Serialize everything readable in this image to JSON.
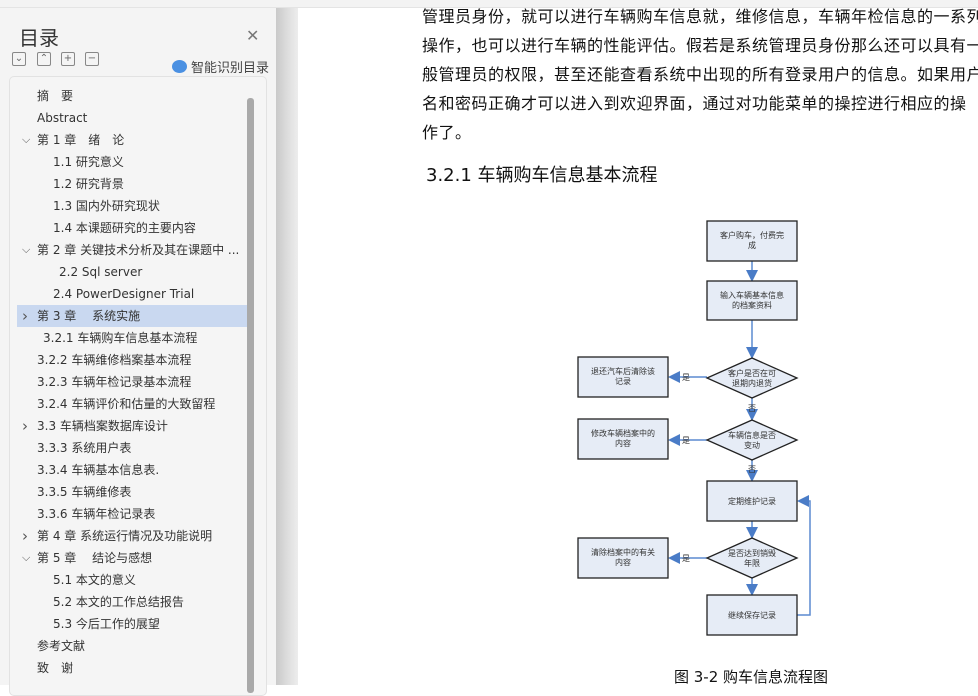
{
  "sidebar": {
    "title": "目录",
    "smart_label": "智能识别目录",
    "items": [
      {
        "label": "摘　要",
        "level": 1
      },
      {
        "label": "Abstract",
        "level": 1
      },
      {
        "label": "第 1 章　绪　论",
        "level": 0,
        "chev": "down"
      },
      {
        "label": "1.1 研究意义",
        "level": 2
      },
      {
        "label": "1.2 研究背景",
        "level": 2
      },
      {
        "label": "1.3 国内外研究现状",
        "level": 2
      },
      {
        "label": "1.4 本课题研究的主要内容",
        "level": 2
      },
      {
        "label": "第 2 章  关键技术分析及其在课题中 ...",
        "level": 0,
        "chev": "down"
      },
      {
        "label": "2.2 Sql server",
        "level": 3
      },
      {
        "label": "2.4 PowerDesigner Trial",
        "level": 2
      },
      {
        "label": "第 3 章　 系统实施",
        "level": 0,
        "chev": "right",
        "selected": true
      },
      {
        "label": "3.2.1 车辆购车信息基本流程",
        "level": 4
      },
      {
        "label": "3.2.2 车辆维修档案基本流程",
        "level": 1
      },
      {
        "label": "3.2.3 车辆年检记录基本流程",
        "level": 1
      },
      {
        "label": "3.2.4 车辆评价和估量的大致留程",
        "level": 1
      },
      {
        "label": "3.3 车辆档案数据库设计",
        "level": 0,
        "chev": "right"
      },
      {
        "label": "3.3.3 系统用户表",
        "level": 1
      },
      {
        "label": "3.3.4 车辆基本信息表.",
        "level": 1
      },
      {
        "label": "3.3.5 车辆维修表",
        "level": 1
      },
      {
        "label": "3.3.6 车辆年检记录表",
        "level": 1
      },
      {
        "label": "第 4 章  系统运行情况及功能说明",
        "level": 0,
        "chev": "right"
      },
      {
        "label": "第 5 章　 结论与感想",
        "level": 0,
        "chev": "down"
      },
      {
        "label": "5.1 本文的意义",
        "level": 2
      },
      {
        "label": "5.2 本文的工作总结报告",
        "level": 2
      },
      {
        "label": "5.3 今后工作的展望",
        "level": 2
      },
      {
        "label": "参考文献",
        "level": 1
      },
      {
        "label": "致　谢",
        "level": 1
      }
    ]
  },
  "doc": {
    "lines": [
      "管理员身份，就可以进行车辆购车信息就，维修信息，车辆年检信息的一系列",
      "操作，也可以进行车辆的性能评估。假若是系统管理员身份那么还可以具有一",
      "般管理员的权限，甚至还能查看系统中出现的所有登录用户的信息。如果用户",
      "名和密码正确才可以进入到欢迎界面，通过对功能菜单的操控进行相应的操",
      "作了。"
    ],
    "heading": "3.2.1 车辆购车信息基本流程",
    "caption": "图 3-2   购车信息流程图",
    "flow": {
      "b1": [
        "客户购车，付费完",
        "成"
      ],
      "b2": [
        "输入车辆基本信息",
        "的档案资料"
      ],
      "d1": [
        "客户是否在可",
        "退期内退货"
      ],
      "l1": [
        "退还汽车后清除该",
        "记录"
      ],
      "d2": [
        "车辆信息是否",
        "变动"
      ],
      "l2": [
        "修改车辆档案中的",
        "内容"
      ],
      "b3": [
        "定期维护记录"
      ],
      "d3": [
        "是否达到销毁",
        "年限"
      ],
      "l3": [
        "清除档案中的有关",
        "内容"
      ],
      "b4": [
        "继续保存记录"
      ],
      "yes": "是",
      "no": "否"
    }
  }
}
